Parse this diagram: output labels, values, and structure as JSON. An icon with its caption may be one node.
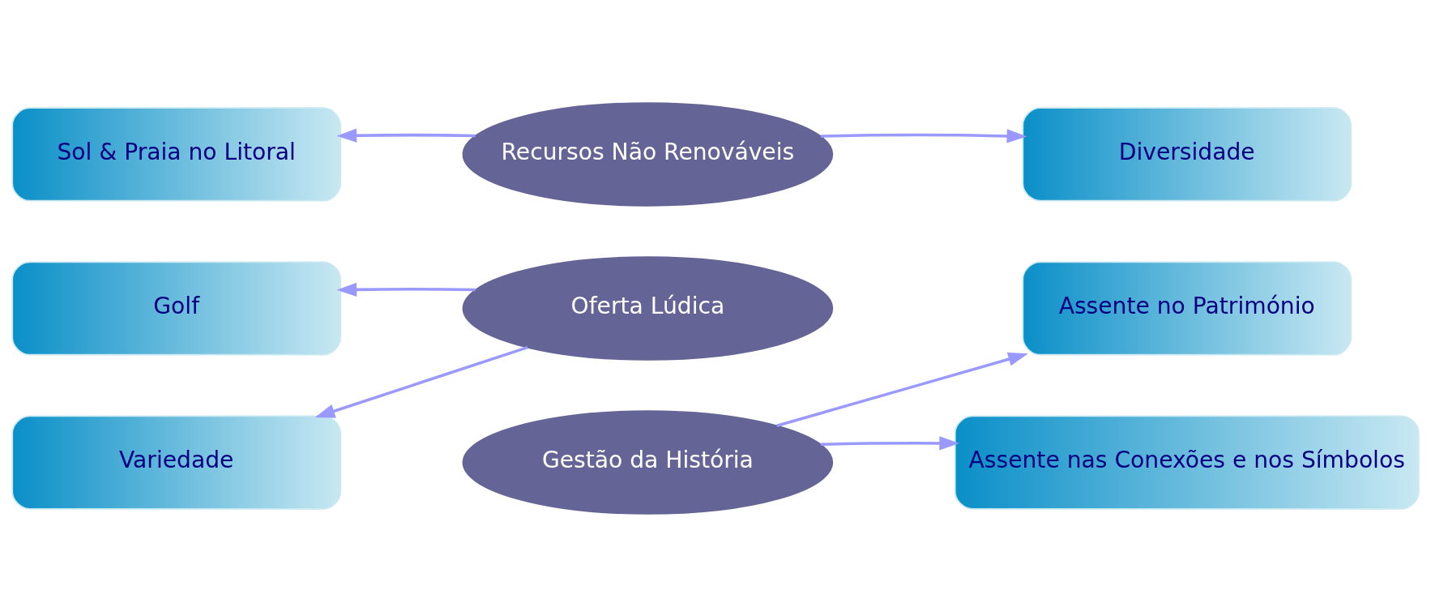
{
  "diagram": {
    "nodes": [
      {
        "text": [
          "Sol & Praia no Litoral"
        ]
      },
      {
        "text": [
          "Diversidade"
        ]
      },
      {
        "text": [
          "Recursos Não Renováveis"
        ]
      },
      {
        "text": [
          "Golf"
        ]
      },
      {
        "text": [
          "Oferta Lúdica"
        ]
      },
      {
        "text": [
          "Variedade"
        ]
      },
      {
        "text": [
          "Assente no Património"
        ]
      },
      {
        "text": [
          "Gestão da História"
        ]
      },
      {
        "text": [
          "Assente nas Conexões e nos Símbolos"
        ]
      }
    ],
    "edges": [
      {
        "from": 2,
        "to": 0,
        "arrow": "to"
      },
      {
        "from": 2,
        "to": 1,
        "arrow": "to"
      },
      {
        "from": 4,
        "to": 3,
        "arrow": "to"
      },
      {
        "from": 4,
        "to": 5,
        "arrow": "to"
      },
      {
        "from": 7,
        "to": 6,
        "arrow": "to"
      },
      {
        "from": 7,
        "to": 8,
        "arrow": "to"
      }
    ]
  }
}
